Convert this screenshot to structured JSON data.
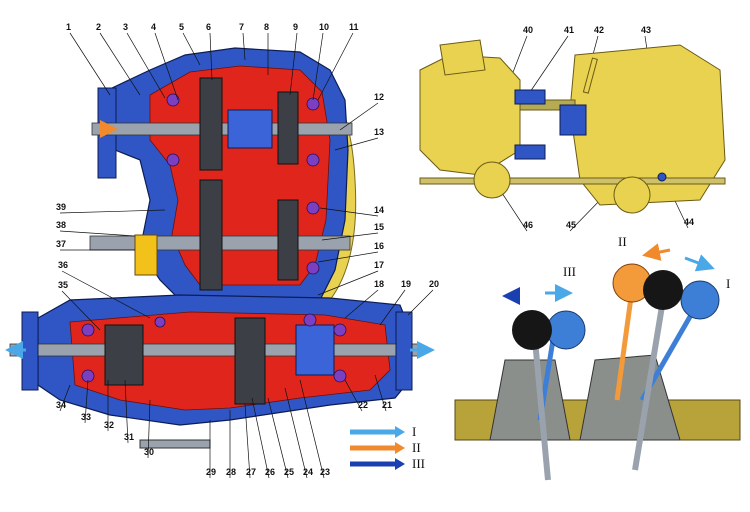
{
  "colors": {
    "housing_blue": "#2f56c4",
    "cavity_red": "#e0261c",
    "case_yellow": "#e9d24f",
    "shaft_grey": "#9aa3ad",
    "arrow_light": "#4aa8e8",
    "arrow_orange": "#f08a2c",
    "arrow_dark": "#1a3fb0",
    "knob_black": "#161616",
    "knob_blue": "#3d7fd6",
    "knob_orange": "#f39a3a",
    "boot_grey": "#8a8f8c",
    "floor_olive": "#b8a23a"
  },
  "callouts": [
    "1",
    "2",
    "3",
    "4",
    "5",
    "6",
    "7",
    "8",
    "9",
    "10",
    "11",
    "12",
    "13",
    "14",
    "15",
    "16",
    "17",
    "18",
    "19",
    "20",
    "21",
    "22",
    "23",
    "24",
    "25",
    "26",
    "27",
    "28",
    "29",
    "30",
    "31",
    "32",
    "33",
    "34",
    "35",
    "36",
    "37",
    "38",
    "39",
    "40",
    "41",
    "42",
    "43",
    "44",
    "45",
    "46"
  ],
  "legend": [
    {
      "label": "I",
      "color": "#4aa8e8"
    },
    {
      "label": "II",
      "color": "#f08a2c"
    },
    {
      "label": "III",
      "color": "#1a3fb0"
    }
  ],
  "lever_positions": {
    "I": "I",
    "II": "II",
    "III": "III"
  }
}
